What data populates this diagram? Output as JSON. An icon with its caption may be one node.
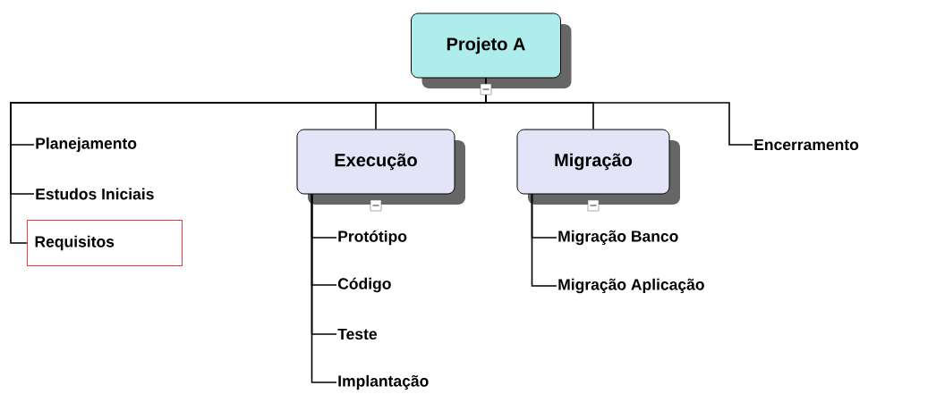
{
  "diagram": {
    "nodes": [
      {
        "text": [
          "Projeto A"
        ]
      },
      {
        "text": [
          "Planejamento"
        ]
      },
      {
        "text": [
          "Estudos Iniciais"
        ]
      },
      {
        "text": [
          "Requisitos"
        ]
      },
      {
        "text": [
          "Execução"
        ]
      },
      {
        "text": [
          "Protótipo"
        ]
      },
      {
        "text": [
          "Código"
        ]
      },
      {
        "text": [
          "Teste"
        ]
      },
      {
        "text": [
          "Implantação"
        ]
      },
      {
        "text": [
          "Migração"
        ]
      },
      {
        "text": [
          "Migração Banco"
        ]
      },
      {
        "text": [
          "Migração Aplicação"
        ]
      },
      {
        "text": [
          "Encerramento"
        ]
      }
    ],
    "edges": [
      {
        "from": 0,
        "to": 1,
        "arrow": "none"
      },
      {
        "from": 0,
        "to": 2,
        "arrow": "none"
      },
      {
        "from": 0,
        "to": 3,
        "arrow": "none"
      },
      {
        "from": 0,
        "to": 4,
        "arrow": "none"
      },
      {
        "from": 4,
        "to": 5,
        "arrow": "none"
      },
      {
        "from": 4,
        "to": 6,
        "arrow": "none"
      },
      {
        "from": 4,
        "to": 7,
        "arrow": "none"
      },
      {
        "from": 4,
        "to": 8,
        "arrow": "none"
      },
      {
        "from": 0,
        "to": 9,
        "arrow": "none"
      },
      {
        "from": 9,
        "to": 10,
        "arrow": "none"
      },
      {
        "from": 9,
        "to": 11,
        "arrow": "none"
      },
      {
        "from": 0,
        "to": 12,
        "arrow": "none"
      }
    ]
  }
}
